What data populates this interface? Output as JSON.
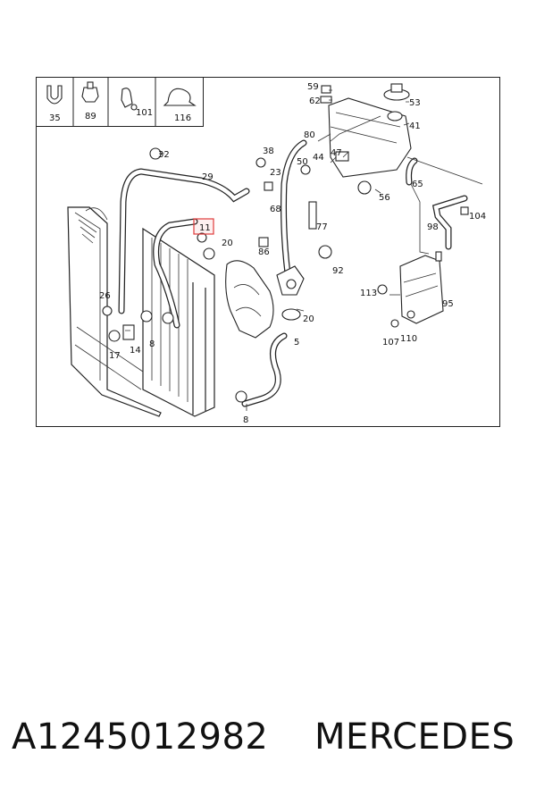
{
  "diagram": {
    "legend": [
      "35",
      "89",
      "101",
      "116"
    ],
    "callouts": {
      "c59": "59",
      "c62": "62",
      "c53": "53",
      "c41": "41",
      "c80": "80",
      "c38": "38",
      "c32": "32",
      "c29": "29",
      "c23": "23",
      "c50": "50",
      "c44": "44",
      "c47": "47",
      "c65": "65",
      "c56": "56",
      "c68": "68",
      "c77": "77",
      "c104": "104",
      "c98": "98",
      "c11": "11",
      "c20a": "20",
      "c86": "86",
      "c92": "92",
      "c26": "26",
      "c113": "113",
      "c95": "95",
      "c20b": "20",
      "c17": "17",
      "c14": "14",
      "c8a": "8",
      "c5": "5",
      "c107": "107",
      "c110": "110",
      "c8b": "8"
    },
    "highlighted": "11",
    "highlight_color": "#e03b3b"
  },
  "caption": {
    "part_number": "A1245012982",
    "brand": "MERCEDES"
  }
}
